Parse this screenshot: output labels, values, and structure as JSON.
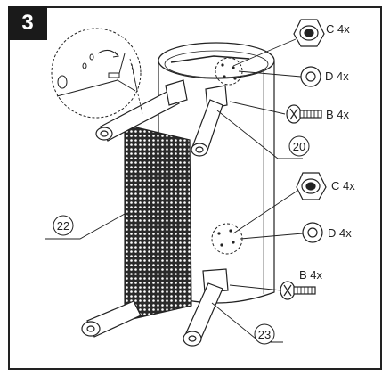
{
  "step": "3",
  "callouts": {
    "part_20": "20",
    "part_22": "22",
    "part_23": "23"
  },
  "hardware": {
    "c_top": "C 4x",
    "d_top": "D 4x",
    "b_top": "B 4x",
    "c_bottom": "C 4x",
    "d_bottom": "D 4x",
    "b_bottom": "B 4x"
  },
  "colors": {
    "line": "#222222",
    "fill": "#ffffff",
    "badge": "#1a1a1a"
  }
}
